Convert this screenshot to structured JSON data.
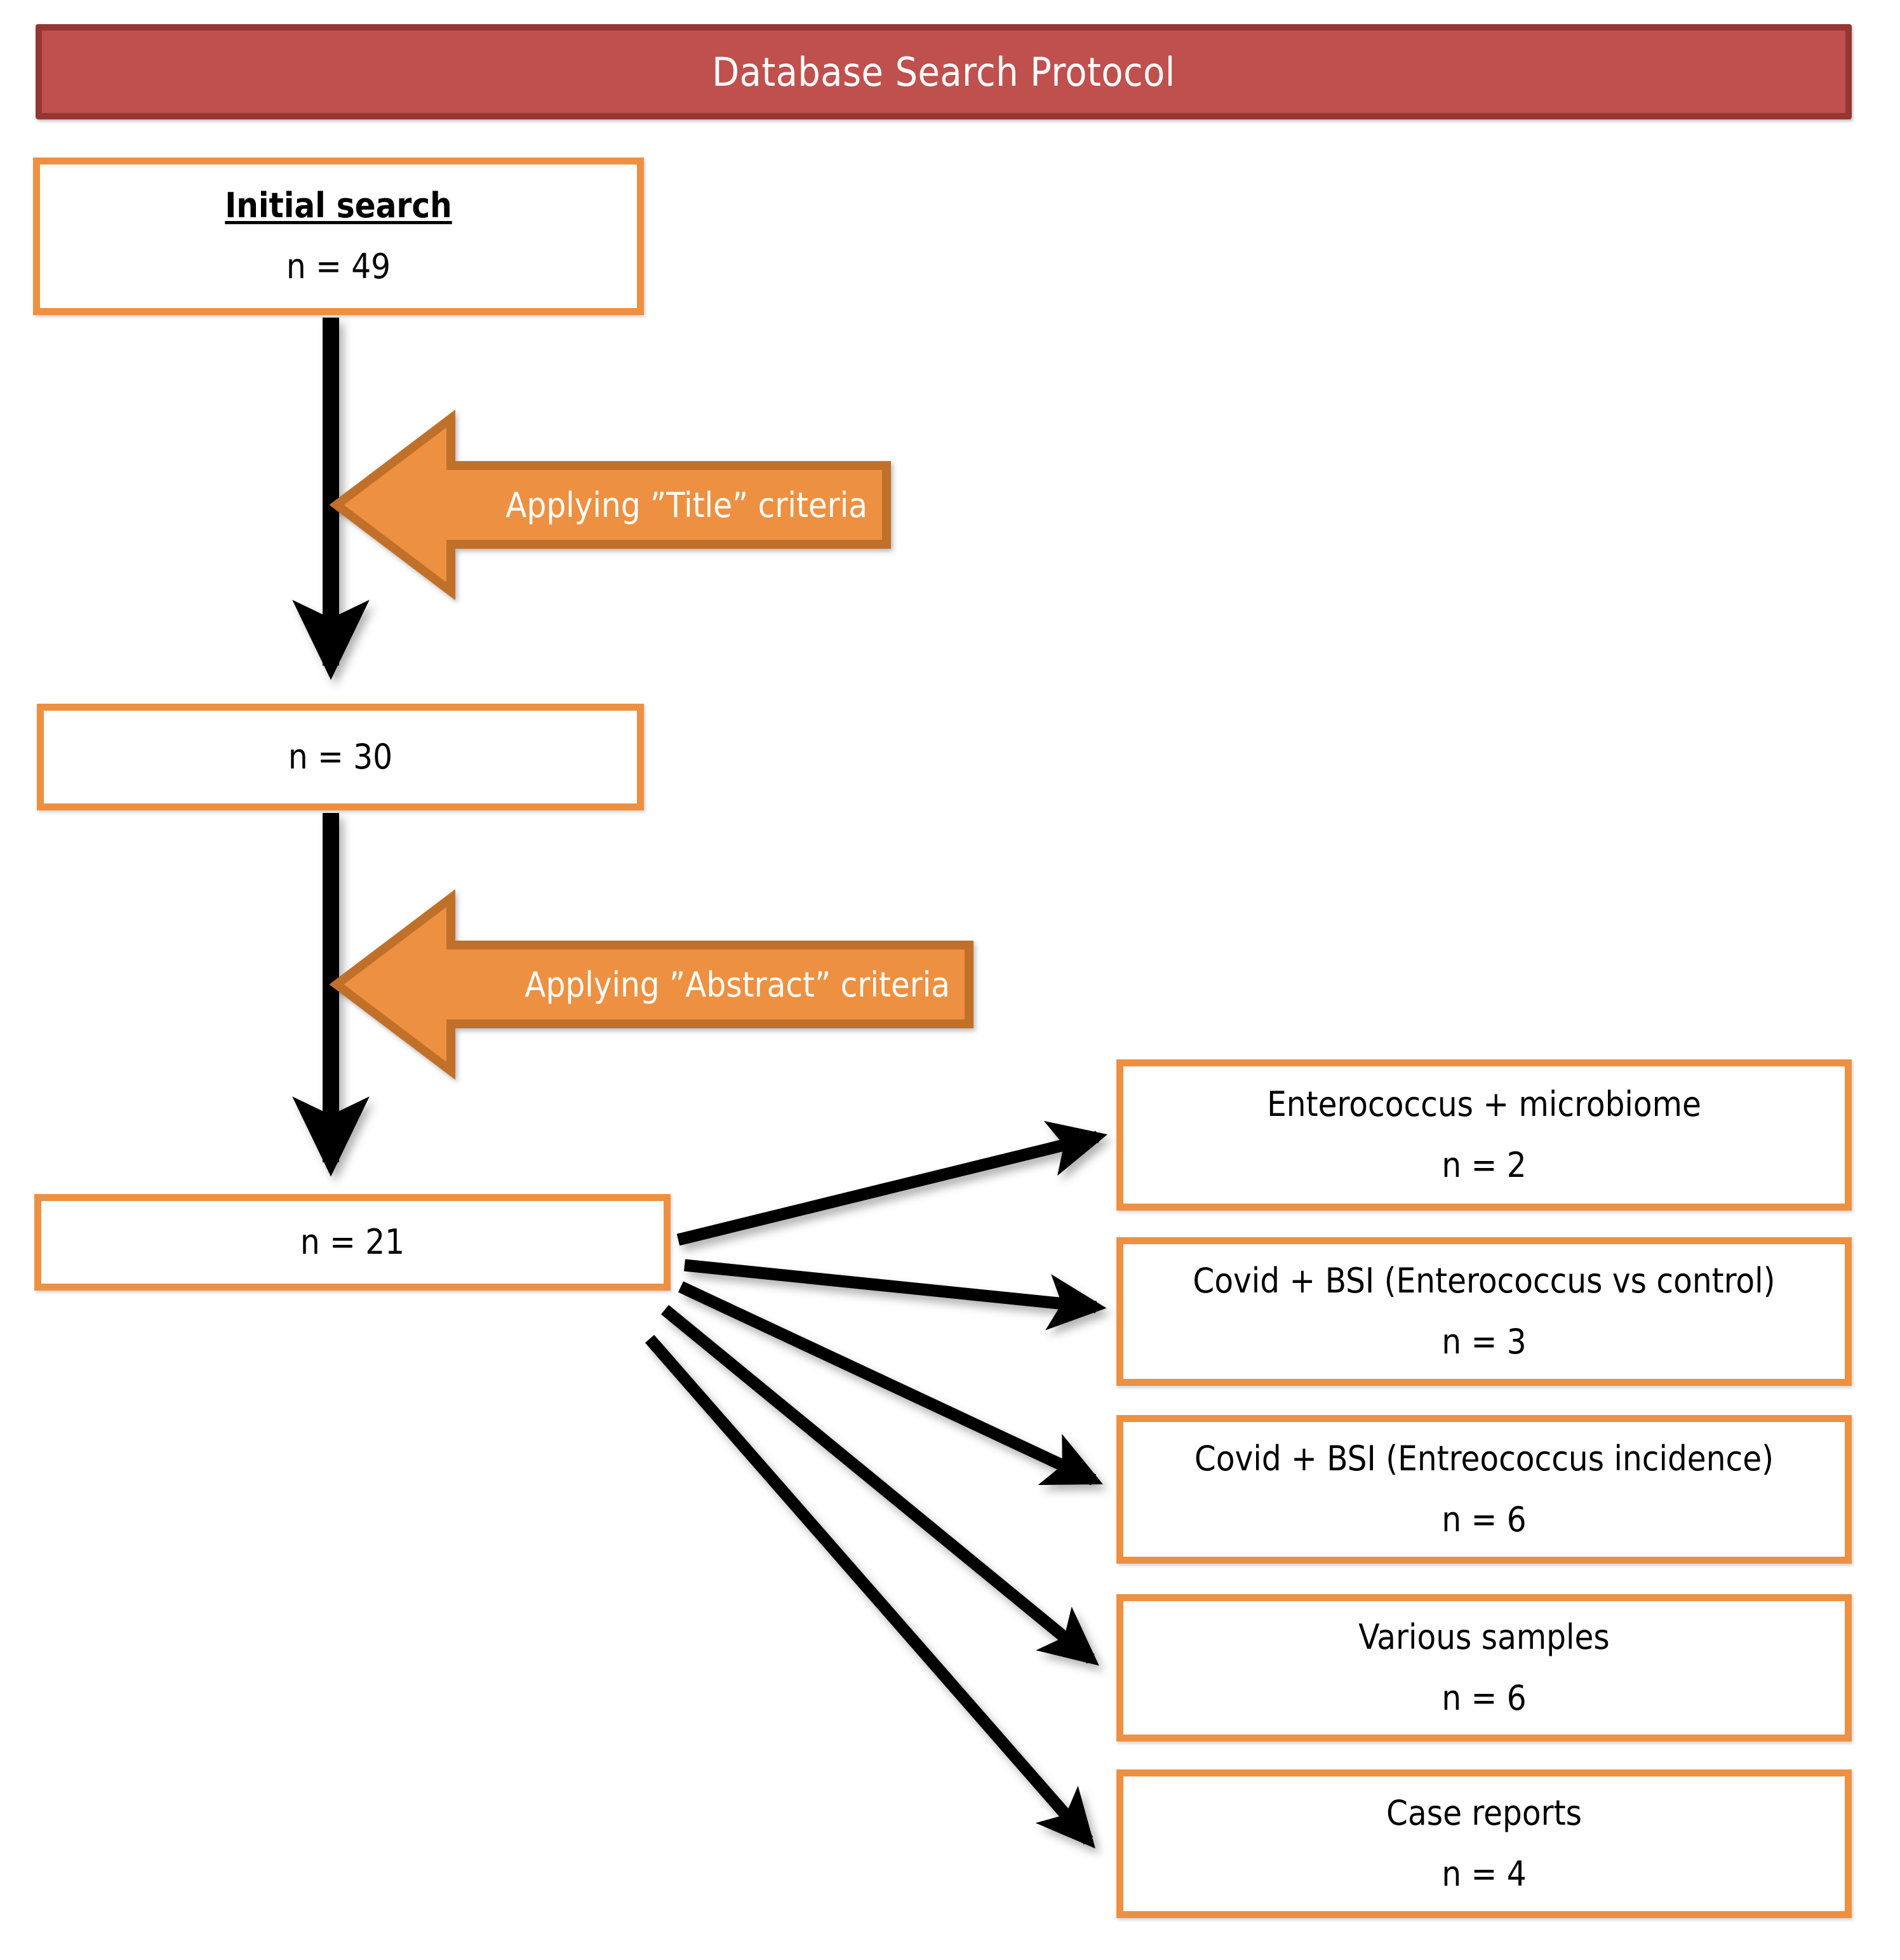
{
  "header": {
    "title": "Database Search Protocol",
    "fill_color": "#C0504D",
    "border_color": "#963634",
    "text_color": "#FFFFFF"
  },
  "theme": {
    "node_border_color": "#ED9041",
    "node_fill_color": "#FFFFFF",
    "arrow_fill_color": "#ED9041",
    "arrow_border_color": "#C1702A",
    "connector_color": "#000000"
  },
  "chart_data": {
    "type": "diagram",
    "title": "Database Search Protocol",
    "nodes": [
      {
        "id": "initial",
        "heading": "Initial search",
        "count_label": "n = 49",
        "n": 49
      },
      {
        "id": "stage2",
        "heading": "",
        "count_label": "n = 30",
        "n": 30
      },
      {
        "id": "stage3",
        "heading": "",
        "count_label": "n = 21",
        "n": 21
      }
    ],
    "filters": [
      {
        "id": "title-criteria",
        "label": "Applying ”Title” criteria"
      },
      {
        "id": "abstract-criteria",
        "label": "Applying ”Abstract” criteria"
      }
    ],
    "outcomes": [
      {
        "id": "enterococcus-microbiome",
        "label": "Enterococcus + microbiome",
        "count_label": "n = 2",
        "n": 2
      },
      {
        "id": "covid-bsi-vs-control",
        "label": "Covid + BSI (Enterococcus vs control)",
        "count_label": "n = 3",
        "n": 3
      },
      {
        "id": "covid-bsi-incidence",
        "label": "Covid + BSI (Entreococcus incidence)",
        "count_label": "n = 6",
        "n": 6
      },
      {
        "id": "various-samples",
        "label": "Various samples",
        "count_label": "n = 6",
        "n": 6
      },
      {
        "id": "case-reports",
        "label": "Case reports",
        "count_label": "n = 4",
        "n": 4
      }
    ]
  },
  "flow": {
    "initial": {
      "heading": "Initial search",
      "count_label": "n = 49"
    },
    "stage2": {
      "count_label": "n = 30"
    },
    "stage3": {
      "count_label": "n = 21"
    },
    "filter_title": "Applying ”Title” criteria",
    "filter_abstract": "Applying ”Abstract” criteria",
    "outcomes": [
      {
        "label": "Enterococcus + microbiome",
        "count_label": "n = 2"
      },
      {
        "label": "Covid + BSI (Enterococcus vs control)",
        "count_label": "n = 3"
      },
      {
        "label": "Covid + BSI (Entreococcus incidence)",
        "count_label": "n = 6"
      },
      {
        "label": "Various samples",
        "count_label": "n = 6"
      },
      {
        "label": "Case reports",
        "count_label": "n = 4"
      }
    ]
  }
}
